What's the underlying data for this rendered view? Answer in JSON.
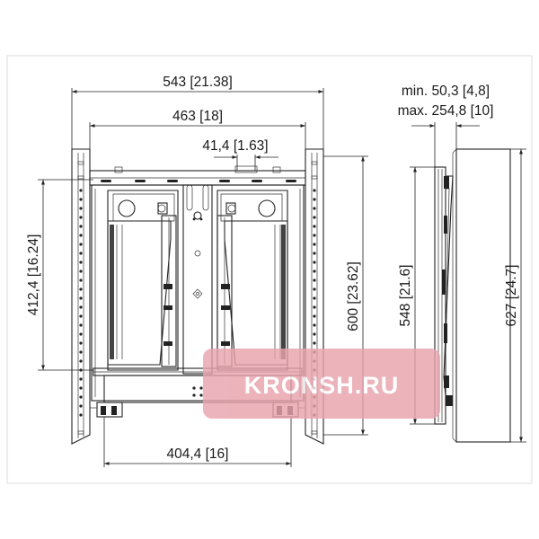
{
  "dimensions": {
    "overall_width": "543 [21.38]",
    "inner_width": "463 [18]",
    "center_slot": "41,4 [1.63]",
    "bottom_width": "404,4 [16]",
    "left_height": "412,4 [16.24]",
    "overall_height": "600 [23.62]",
    "depth_min": "min. 50,3 [4,8]",
    "depth_max": "max. 254,8 [10]",
    "side_height_inner": "548 [21.6]",
    "side_height_outer": "627 [24.7]"
  },
  "watermark": {
    "text": "KRONSH.RU",
    "color": "#e8a3ad"
  },
  "colors": {
    "line": "#222222",
    "background": "#ffffff",
    "border": "#dddddd"
  }
}
